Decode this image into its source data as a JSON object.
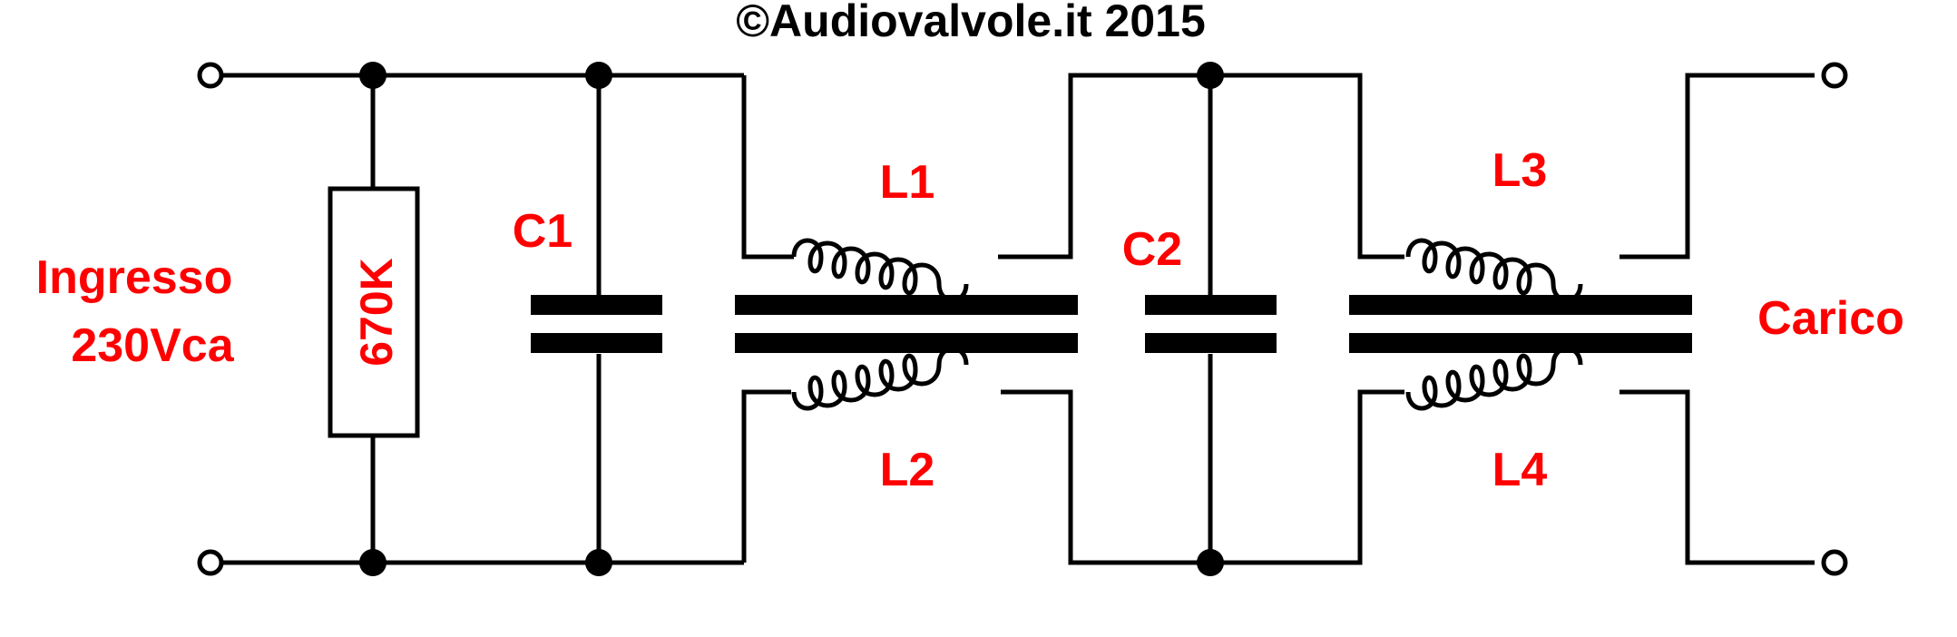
{
  "title": "©Audiovalvole.it 2015",
  "input_label_line1": "Ingresso",
  "input_label_line2": "230Vca",
  "output_label": "Carico",
  "components": {
    "resistor": "670K",
    "c1": "C1",
    "c2": "C2",
    "l1": "L1",
    "l2": "L2",
    "l3": "L3",
    "l4": "L4"
  },
  "colors": {
    "wire": "#000000",
    "label": "#ff0000",
    "background": "#ffffff"
  }
}
